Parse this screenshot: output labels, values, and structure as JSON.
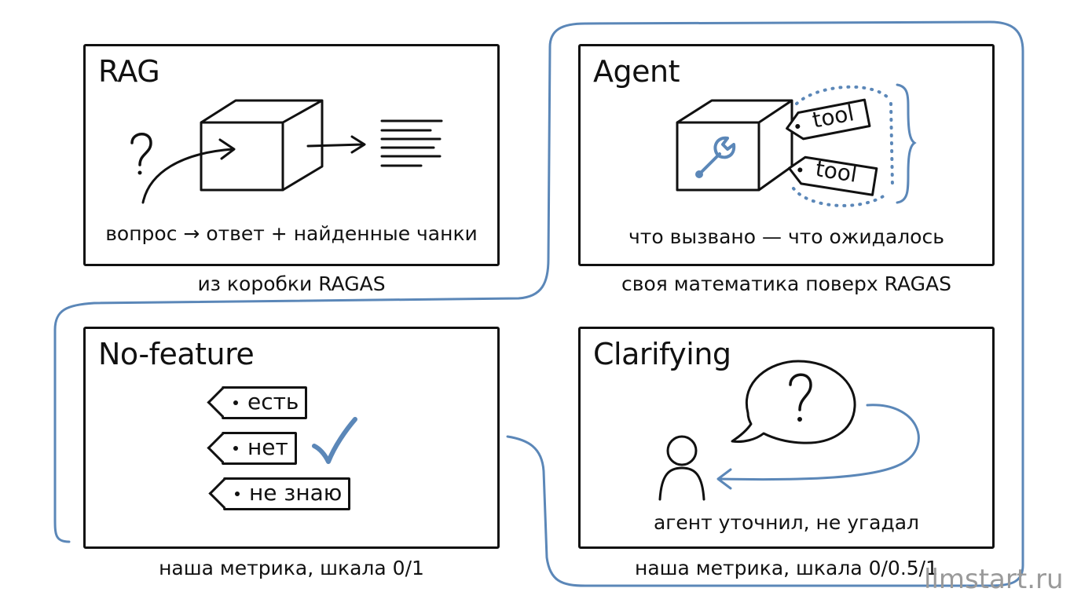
{
  "panels": {
    "rag": {
      "title": "RAG",
      "caption": "вопрос → ответ + найденные чанки",
      "under": "из коробки RAGAS",
      "icon": "question-mark-icon"
    },
    "agent": {
      "title": "Agent",
      "caption": "что вызвано — что ожидалось",
      "under": "своя математика поверх RAGAS",
      "tools": [
        "tool",
        "tool"
      ],
      "icon": "wrench-icon"
    },
    "nofeature": {
      "title": "No-feature",
      "under": "наша метрика, шкала 0/1",
      "tags": [
        "есть",
        "нет",
        "не знаю"
      ],
      "icon": "checkmark-icon"
    },
    "clarifying": {
      "title": "Clarifying",
      "caption": "агент уточнил, не угадал",
      "under": "наша метрика, шкала 0/0.5/1",
      "icon": "speech-bubble-icon"
    }
  },
  "colors": {
    "accent": "#5b87b8",
    "ink": "#111111"
  },
  "watermark": "llmstart.ru"
}
